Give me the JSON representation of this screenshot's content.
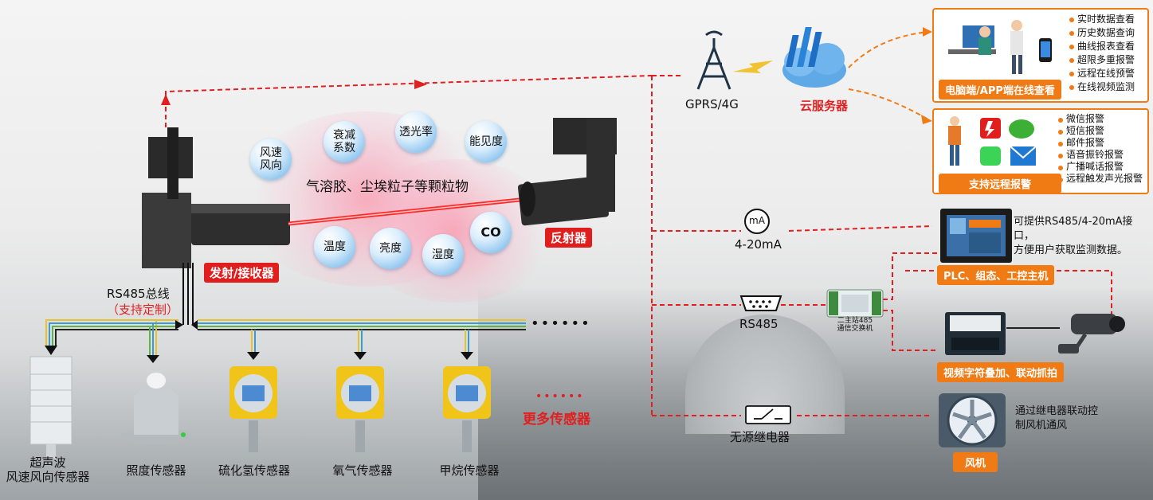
{
  "device": {
    "transmitter_label": "发射/接收器",
    "reflector_label": "反射器",
    "particles_label": "气溶胶、尘埃粒子等颗粒物"
  },
  "parameters": {
    "wind": "风速\n风向",
    "attenuation": "衰减\n系数",
    "transmittance": "透光率",
    "visibility": "能见度",
    "co": "CO",
    "temperature": "温度",
    "brightness": "亮度",
    "humidity": "湿度"
  },
  "bus": {
    "label": "RS485总线",
    "sublabel": "（支持定制）",
    "more_dots": "••••••",
    "more_label": "更多传感器",
    "more_label_dots": "••••••"
  },
  "sensors": [
    {
      "label": "超声波\n风速风向传感器"
    },
    {
      "label": "照度传感器"
    },
    {
      "label": "硫化氢传感器"
    },
    {
      "label": "氧气传感器"
    },
    {
      "label": "甲烷传感器"
    }
  ],
  "network": {
    "gprs_label": "GPRS/4G",
    "cloud_label": "云服务器",
    "ma_icon_text": "mA",
    "ma_label": "4-20mA",
    "rs485_label": "RS485",
    "relay_label": "无源继电器",
    "switch_label": "二主站485\n通信交换机"
  },
  "online_panel": {
    "tag": "电脑端/APP端在线查看",
    "items": [
      "实时数据查看",
      "历史数据查询",
      "曲线报表查看",
      "超限多重报警",
      "远程在线预警",
      "在线视频监测"
    ]
  },
  "alarm_panel": {
    "tag": "支持远程报警",
    "items": [
      "微信报警",
      "短信报警",
      "邮件报警",
      "语音振铃报警",
      "广播喊话报警",
      "远程触发声光报警"
    ]
  },
  "plc": {
    "tag": "PLC、组态、工控主机",
    "note": "可提供RS485/4-20mA接口，\n方便用户获取监测数据。"
  },
  "video": {
    "tag": "视频字符叠加、联动抓拍"
  },
  "fan": {
    "tag": "风机",
    "note": "通过继电器联动控\n制风机通风"
  },
  "colors": {
    "accent_red": "#e11e1e",
    "accent_orange": "#f07a14",
    "bubble_blue": "#8cc4ee"
  }
}
